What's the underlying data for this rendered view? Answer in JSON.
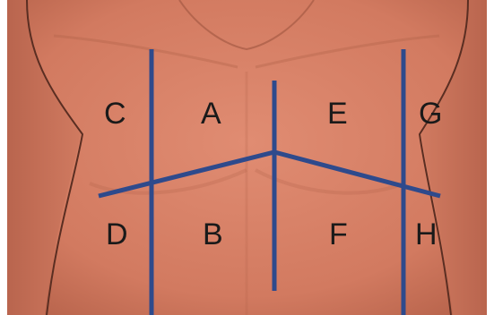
{
  "regions": [
    {
      "id": "C",
      "label": "C"
    },
    {
      "id": "A",
      "label": "A"
    },
    {
      "id": "E",
      "label": "E"
    },
    {
      "id": "G",
      "label": "G"
    },
    {
      "id": "D",
      "label": "D"
    },
    {
      "id": "B",
      "label": "B"
    },
    {
      "id": "F",
      "label": "F"
    },
    {
      "id": "H",
      "label": "H"
    }
  ],
  "colors": {
    "skin": "#d9846a",
    "skin_shadow": "#b8644c",
    "background": "#ffffff",
    "grid_lines": "#2e4a8c",
    "label_text": "#1a1a1a"
  }
}
